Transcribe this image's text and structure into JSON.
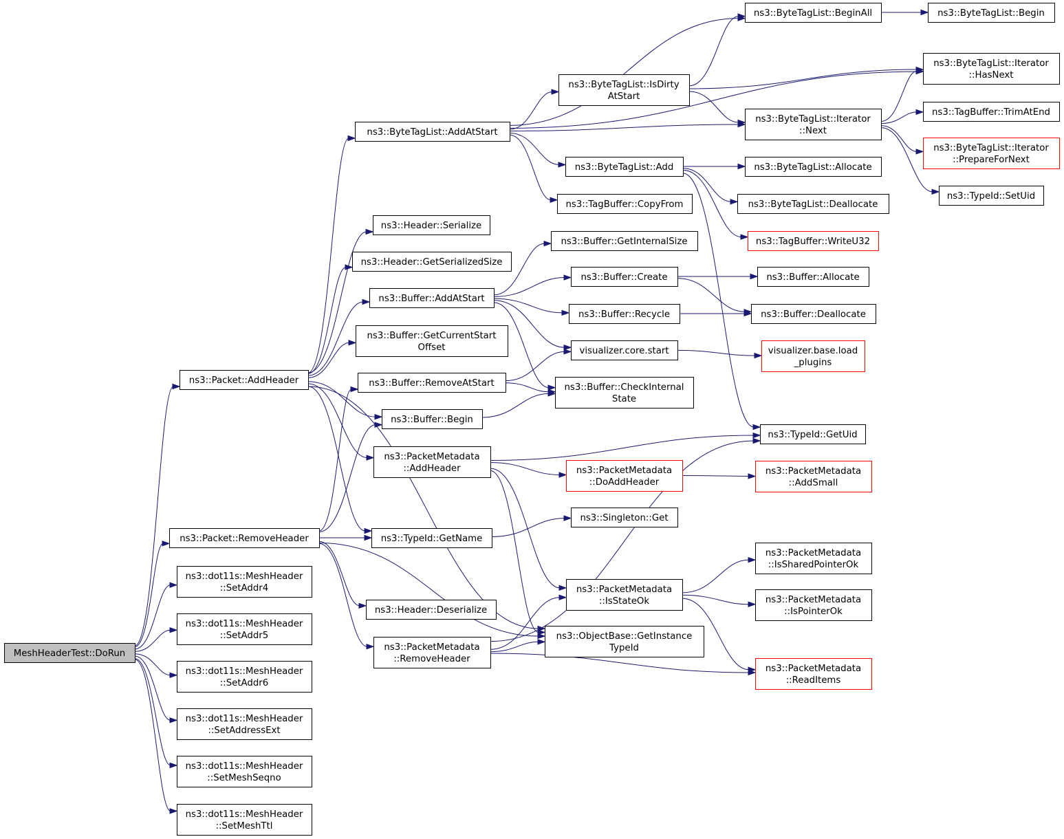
{
  "colors": {
    "edge": "#191970",
    "root_fill": "#bfbfbf",
    "node_border": "#000000",
    "truncated_border": "#ff0000",
    "background": "#ffffff"
  },
  "nodes": [
    {
      "id": "dorun",
      "lines": [
        "MeshHeaderTest::DoRun"
      ],
      "style": "root"
    },
    {
      "id": "addheader",
      "lines": [
        "ns3::Packet::AddHeader"
      ],
      "style": "normal"
    },
    {
      "id": "removeheader",
      "lines": [
        "ns3::Packet::RemoveHeader"
      ],
      "style": "normal"
    },
    {
      "id": "setaddr4",
      "lines": [
        "ns3::dot11s::MeshHeader",
        "::SetAddr4"
      ],
      "style": "normal"
    },
    {
      "id": "setaddr5",
      "lines": [
        "ns3::dot11s::MeshHeader",
        "::SetAddr5"
      ],
      "style": "normal"
    },
    {
      "id": "setaddr6",
      "lines": [
        "ns3::dot11s::MeshHeader",
        "::SetAddr6"
      ],
      "style": "normal"
    },
    {
      "id": "setaddressext",
      "lines": [
        "ns3::dot11s::MeshHeader",
        "::SetAddressExt"
      ],
      "style": "normal"
    },
    {
      "id": "setmeshseqno",
      "lines": [
        "ns3::dot11s::MeshHeader",
        "::SetMeshSeqno"
      ],
      "style": "normal"
    },
    {
      "id": "setmeshttl",
      "lines": [
        "ns3::dot11s::MeshHeader",
        "::SetMeshTtl"
      ],
      "style": "normal"
    },
    {
      "id": "btl_addatstart",
      "lines": [
        "ns3::ByteTagList::AddAtStart"
      ],
      "style": "normal"
    },
    {
      "id": "header_serialize",
      "lines": [
        "ns3::Header::Serialize"
      ],
      "style": "normal"
    },
    {
      "id": "header_getsersize",
      "lines": [
        "ns3::Header::GetSerializedSize"
      ],
      "style": "normal"
    },
    {
      "id": "buffer_addatstart",
      "lines": [
        "ns3::Buffer::AddAtStart"
      ],
      "style": "normal"
    },
    {
      "id": "buffer_getcurstart",
      "lines": [
        "ns3::Buffer::GetCurrentStart",
        "Offset"
      ],
      "style": "normal"
    },
    {
      "id": "buffer_removeatstart",
      "lines": [
        "ns3::Buffer::RemoveAtStart"
      ],
      "style": "normal"
    },
    {
      "id": "buffer_begin",
      "lines": [
        "ns3::Buffer::Begin"
      ],
      "style": "normal"
    },
    {
      "id": "pm_addheader",
      "lines": [
        "ns3::PacketMetadata",
        "::AddHeader"
      ],
      "style": "normal"
    },
    {
      "id": "typeid_getname",
      "lines": [
        "ns3::TypeId::GetName"
      ],
      "style": "normal"
    },
    {
      "id": "header_deserialize",
      "lines": [
        "ns3::Header::Deserialize"
      ],
      "style": "normal"
    },
    {
      "id": "pm_removeheader",
      "lines": [
        "ns3::PacketMetadata",
        "::RemoveHeader"
      ],
      "style": "normal"
    },
    {
      "id": "btl_isdirty",
      "lines": [
        "ns3::ByteTagList::IsDirty",
        "AtStart"
      ],
      "style": "normal"
    },
    {
      "id": "btl_add",
      "lines": [
        "ns3::ByteTagList::Add"
      ],
      "style": "normal"
    },
    {
      "id": "tagbuffer_copyfrom",
      "lines": [
        "ns3::TagBuffer::CopyFrom"
      ],
      "style": "normal"
    },
    {
      "id": "buffer_getinternalsize",
      "lines": [
        "ns3::Buffer::GetInternalSize"
      ],
      "style": "normal"
    },
    {
      "id": "buffer_create",
      "lines": [
        "ns3::Buffer::Create"
      ],
      "style": "normal"
    },
    {
      "id": "buffer_recycle",
      "lines": [
        "ns3::Buffer::Recycle"
      ],
      "style": "normal"
    },
    {
      "id": "vis_core_start",
      "lines": [
        "visualizer.core.start"
      ],
      "style": "normal"
    },
    {
      "id": "buffer_checkinternal",
      "lines": [
        "ns3::Buffer::CheckInternal",
        "State"
      ],
      "style": "normal"
    },
    {
      "id": "pm_doaddheader",
      "lines": [
        "ns3::PacketMetadata",
        "::DoAddHeader"
      ],
      "style": "red"
    },
    {
      "id": "singleton_get",
      "lines": [
        "ns3::Singleton::Get"
      ],
      "style": "normal"
    },
    {
      "id": "pm_isstateok",
      "lines": [
        "ns3::PacketMetadata",
        "::IsStateOk"
      ],
      "style": "normal"
    },
    {
      "id": "objectbase_getinstance",
      "lines": [
        "ns3::ObjectBase::GetInstance",
        "TypeId"
      ],
      "style": "normal"
    },
    {
      "id": "btl_beginall",
      "lines": [
        "ns3::ByteTagList::BeginAll"
      ],
      "style": "normal"
    },
    {
      "id": "btl_iter_next",
      "lines": [
        "ns3::ByteTagList::Iterator",
        "::Next"
      ],
      "style": "normal"
    },
    {
      "id": "btl_allocate",
      "lines": [
        "ns3::ByteTagList::Allocate"
      ],
      "style": "normal"
    },
    {
      "id": "btl_deallocate",
      "lines": [
        "ns3::ByteTagList::Deallocate"
      ],
      "style": "normal"
    },
    {
      "id": "tagbuffer_writeu32",
      "lines": [
        "ns3::TagBuffer::WriteU32"
      ],
      "style": "red"
    },
    {
      "id": "buffer_allocate",
      "lines": [
        "ns3::Buffer::Allocate"
      ],
      "style": "normal"
    },
    {
      "id": "buffer_deallocate",
      "lines": [
        "ns3::Buffer::Deallocate"
      ],
      "style": "normal"
    },
    {
      "id": "vis_base_load",
      "lines": [
        "visualizer.base.load",
        "_plugins"
      ],
      "style": "red"
    },
    {
      "id": "typeid_getuid",
      "lines": [
        "ns3::TypeId::GetUid"
      ],
      "style": "normal"
    },
    {
      "id": "pm_addsmall",
      "lines": [
        "ns3::PacketMetadata",
        "::AddSmall"
      ],
      "style": "red"
    },
    {
      "id": "pm_issharedptrok",
      "lines": [
        "ns3::PacketMetadata",
        "::IsSharedPointerOk"
      ],
      "style": "normal"
    },
    {
      "id": "pm_ispointerok",
      "lines": [
        "ns3::PacketMetadata",
        "::IsPointerOk"
      ],
      "style": "normal"
    },
    {
      "id": "pm_readitems",
      "lines": [
        "ns3::PacketMetadata",
        "::ReadItems"
      ],
      "style": "red"
    },
    {
      "id": "btl_begin",
      "lines": [
        "ns3::ByteTagList::Begin"
      ],
      "style": "normal"
    },
    {
      "id": "btl_iter_hasnext",
      "lines": [
        "ns3::ByteTagList::Iterator",
        "::HasNext"
      ],
      "style": "normal"
    },
    {
      "id": "tagbuffer_trimatend",
      "lines": [
        "ns3::TagBuffer::TrimAtEnd"
      ],
      "style": "normal"
    },
    {
      "id": "btl_iter_prepare",
      "lines": [
        "ns3::ByteTagList::Iterator",
        "::PrepareForNext"
      ],
      "style": "red"
    },
    {
      "id": "typeid_setuid",
      "lines": [
        "ns3::TypeId::SetUid"
      ],
      "style": "normal"
    }
  ],
  "edges": [
    [
      "dorun",
      "addheader"
    ],
    [
      "dorun",
      "removeheader"
    ],
    [
      "dorun",
      "setaddr4"
    ],
    [
      "dorun",
      "setaddr5"
    ],
    [
      "dorun",
      "setaddr6"
    ],
    [
      "dorun",
      "setaddressext"
    ],
    [
      "dorun",
      "setmeshseqno"
    ],
    [
      "dorun",
      "setmeshttl"
    ],
    [
      "addheader",
      "btl_addatstart"
    ],
    [
      "addheader",
      "header_serialize"
    ],
    [
      "addheader",
      "header_getsersize"
    ],
    [
      "addheader",
      "buffer_addatstart"
    ],
    [
      "addheader",
      "buffer_getcurstart"
    ],
    [
      "addheader",
      "buffer_begin"
    ],
    [
      "addheader",
      "pm_addheader"
    ],
    [
      "addheader",
      "typeid_getname"
    ],
    [
      "addheader",
      "objectbase_getinstance"
    ],
    [
      "removeheader",
      "buffer_removeatstart"
    ],
    [
      "removeheader",
      "buffer_begin"
    ],
    [
      "removeheader",
      "typeid_getname"
    ],
    [
      "removeheader",
      "header_deserialize"
    ],
    [
      "removeheader",
      "pm_removeheader"
    ],
    [
      "removeheader",
      "objectbase_getinstance"
    ],
    [
      "btl_addatstart",
      "btl_beginall"
    ],
    [
      "btl_addatstart",
      "btl_iter_hasnext"
    ],
    [
      "btl_addatstart",
      "btl_isdirty"
    ],
    [
      "btl_addatstart",
      "btl_iter_next"
    ],
    [
      "btl_addatstart",
      "btl_add"
    ],
    [
      "btl_addatstart",
      "tagbuffer_copyfrom"
    ],
    [
      "btl_isdirty",
      "btl_beginall"
    ],
    [
      "btl_isdirty",
      "btl_iter_hasnext"
    ],
    [
      "btl_isdirty",
      "btl_iter_next"
    ],
    [
      "btl_beginall",
      "btl_begin"
    ],
    [
      "btl_iter_next",
      "btl_iter_hasnext"
    ],
    [
      "btl_iter_next",
      "tagbuffer_trimatend"
    ],
    [
      "btl_iter_next",
      "btl_iter_prepare"
    ],
    [
      "btl_iter_next",
      "typeid_setuid"
    ],
    [
      "btl_add",
      "btl_allocate"
    ],
    [
      "btl_add",
      "btl_deallocate"
    ],
    [
      "btl_add",
      "tagbuffer_writeu32"
    ],
    [
      "btl_add",
      "typeid_getuid"
    ],
    [
      "buffer_addatstart",
      "buffer_getinternalsize"
    ],
    [
      "buffer_addatstart",
      "buffer_create"
    ],
    [
      "buffer_addatstart",
      "buffer_recycle"
    ],
    [
      "buffer_addatstart",
      "vis_core_start"
    ],
    [
      "buffer_addatstart",
      "buffer_checkinternal"
    ],
    [
      "buffer_create",
      "buffer_allocate"
    ],
    [
      "buffer_create",
      "buffer_deallocate"
    ],
    [
      "buffer_recycle",
      "buffer_deallocate"
    ],
    [
      "vis_core_start",
      "vis_base_load"
    ],
    [
      "buffer_removeatstart",
      "vis_core_start"
    ],
    [
      "buffer_removeatstart",
      "buffer_checkinternal"
    ],
    [
      "buffer_begin",
      "buffer_checkinternal"
    ],
    [
      "pm_addheader",
      "typeid_getuid"
    ],
    [
      "pm_addheader",
      "pm_doaddheader"
    ],
    [
      "pm_addheader",
      "pm_isstateok"
    ],
    [
      "pm_addheader",
      "objectbase_getinstance"
    ],
    [
      "pm_doaddheader",
      "pm_addsmall"
    ],
    [
      "typeid_getname",
      "singleton_get"
    ],
    [
      "pm_removeheader",
      "pm_isstateok"
    ],
    [
      "pm_removeheader",
      "objectbase_getinstance"
    ],
    [
      "pm_removeheader",
      "typeid_getuid"
    ],
    [
      "pm_removeheader",
      "pm_readitems"
    ],
    [
      "pm_isstateok",
      "pm_issharedptrok"
    ],
    [
      "pm_isstateok",
      "pm_ispointerok"
    ],
    [
      "pm_isstateok",
      "pm_readitems"
    ]
  ]
}
